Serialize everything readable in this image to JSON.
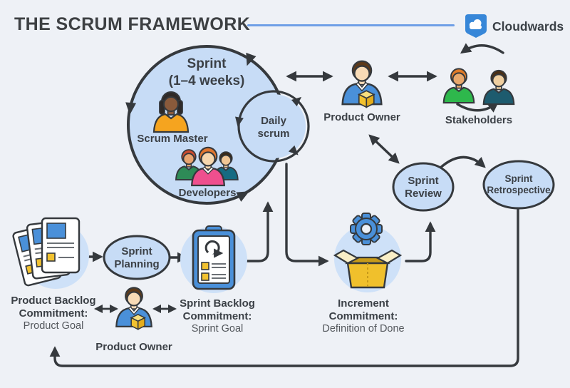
{
  "header": {
    "title": "THE SCRUM FRAMEWORK",
    "brand": "Cloudwards"
  },
  "colors": {
    "background": "#eef1f6",
    "bubble_fill": "#c7dcf6",
    "icon_bg_fill": "#cee1f8",
    "outline_dark": "#35393d",
    "accent_blue": "#4a90d9",
    "accent_yellow": "#f2c230",
    "divider_blue": "#6f9fe6",
    "logo_blue": "#3787d8"
  },
  "sprint": {
    "line1": "Sprint",
    "line2": "(1–4 weeks)",
    "scrum_master": "Scrum Master",
    "developers": "Developers"
  },
  "daily_scrum": {
    "line1": "Daily",
    "line2": "scrum"
  },
  "product_owner_top": {
    "label": "Product Owner"
  },
  "stakeholders": {
    "label": "Stakeholders"
  },
  "sprint_review": {
    "line1": "Sprint",
    "line2": "Review"
  },
  "sprint_retrospective": {
    "line1": "Sprint",
    "line2": "Retrospective"
  },
  "sprint_planning": {
    "line1": "Sprint",
    "line2": "Planning"
  },
  "product_backlog": {
    "title": "Product Backlog",
    "subtitle": "Commitment:",
    "value": "Product Goal"
  },
  "sprint_backlog": {
    "title": "Sprint Backlog",
    "subtitle": "Commitment:",
    "value": "Sprint Goal"
  },
  "increment": {
    "title": "Increment",
    "subtitle": "Commitment:",
    "value": "Definition of Done"
  },
  "product_owner_bottom": {
    "label": "Product Owner"
  }
}
